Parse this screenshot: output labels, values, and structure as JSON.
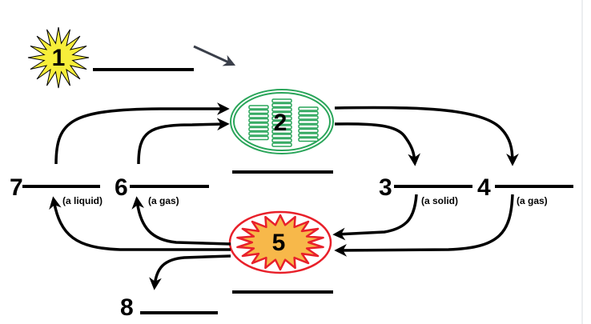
{
  "diagram": {
    "items": [
      {
        "number": "1",
        "icon": "sun-icon"
      },
      {
        "number": "2",
        "icon": "chloroplast-icon"
      },
      {
        "number": "3",
        "hint": "(a solid)"
      },
      {
        "number": "4",
        "hint": "(a gas)"
      },
      {
        "number": "5",
        "icon": "mitochondrion-icon"
      },
      {
        "number": "6",
        "hint": "(a gas)"
      },
      {
        "number": "7",
        "hint": "(a liquid)"
      },
      {
        "number": "8"
      }
    ],
    "colors": {
      "sun": "#f7ee3a",
      "chloroplast": "#2aa55a",
      "mitochondrion": "#e8202a",
      "mito_fill": "#f7b84a",
      "pointer": "#3a3f4a"
    }
  }
}
